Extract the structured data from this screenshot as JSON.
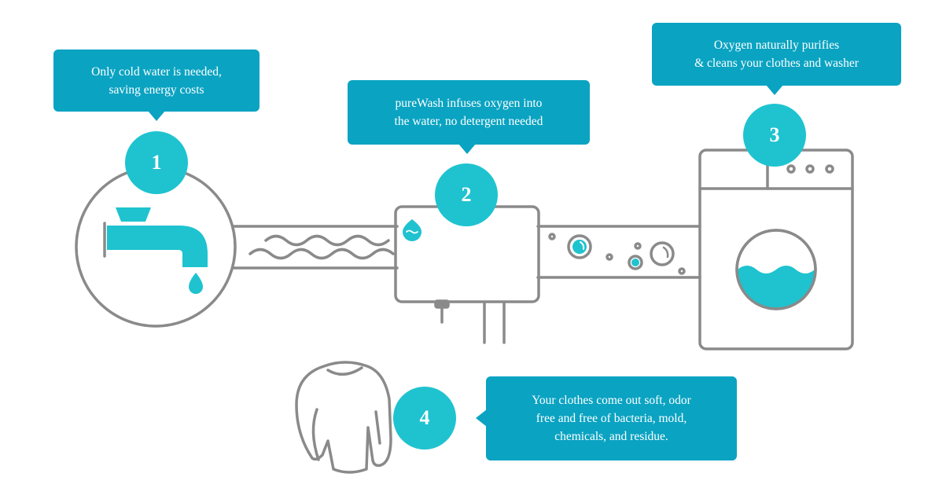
{
  "colors": {
    "callout_bg": "#0aa3c2",
    "badge_bg": "#1ec3cf",
    "outline": "#8a8a8a",
    "water": "#1ec3cf",
    "text_on_accent": "#ffffff"
  },
  "steps": [
    {
      "number": "1",
      "text": "Only cold water is needed,\nsaving energy costs",
      "icon": "faucet-icon"
    },
    {
      "number": "2",
      "text": "pureWash infuses oxygen into\nthe water, no detergent needed",
      "icon": "purewash-unit-icon"
    },
    {
      "number": "3",
      "text": "Oxygen naturally purifies\n& cleans your clothes and washer",
      "icon": "washing-machine-icon"
    },
    {
      "number": "4",
      "text": "Your clothes come out soft, odor\nfree and free of bacteria, mold,\nchemicals, and residue.",
      "icon": "sweater-icon"
    }
  ]
}
